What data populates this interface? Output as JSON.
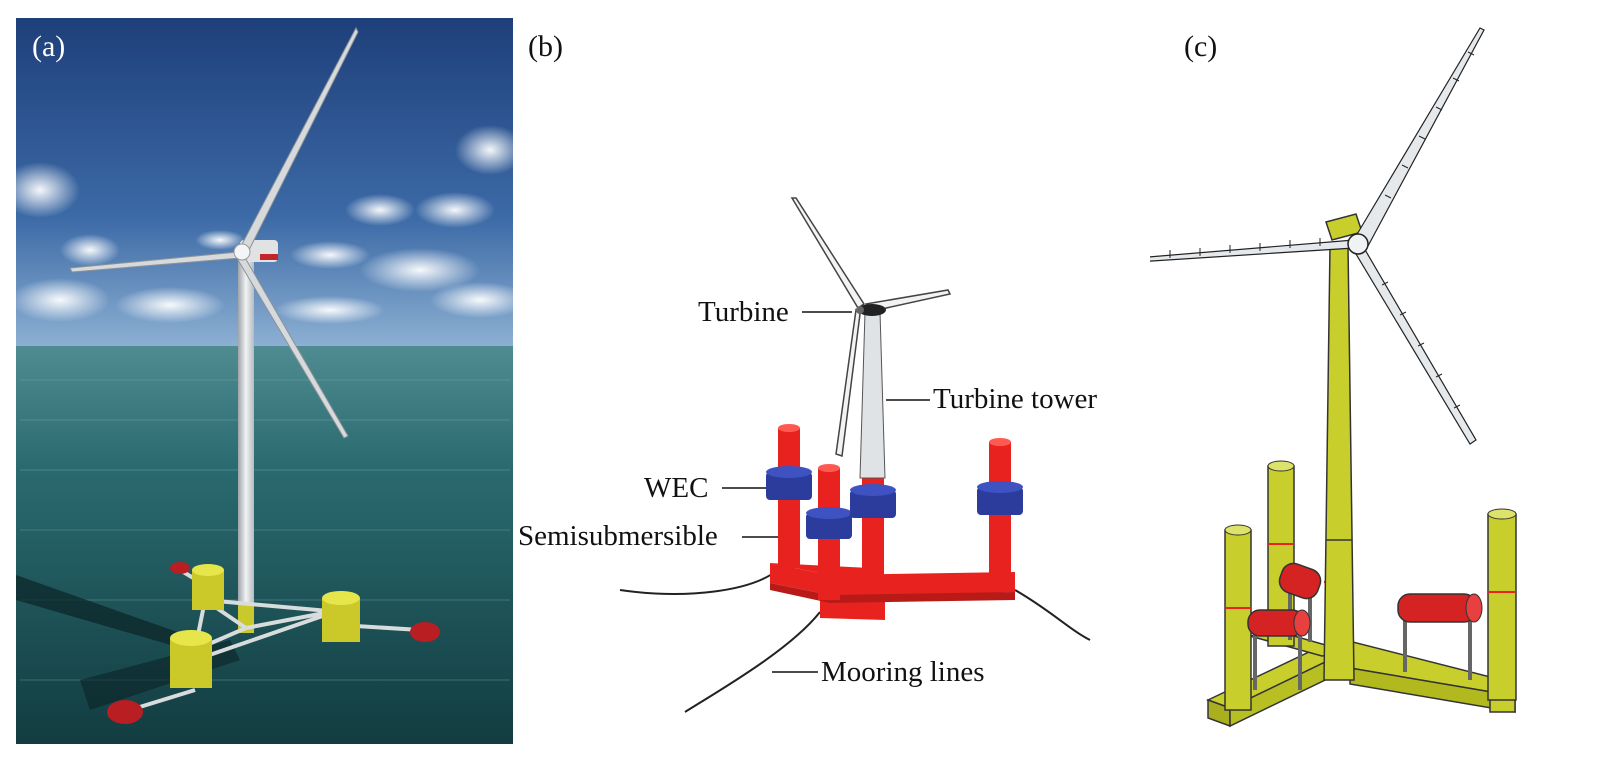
{
  "panels": [
    {
      "id": "a",
      "label": "(a)"
    },
    {
      "id": "b",
      "label": "(b)"
    },
    {
      "id": "c",
      "label": "(c)"
    }
  ],
  "labels": {
    "turbine": "Turbine",
    "turbine_tower": "Turbine tower",
    "wec": "WEC",
    "semisubmersible": "Semisubmersible",
    "mooring_lines": "Mooring lines"
  },
  "colors": {
    "column_red": "#e8231f",
    "wec_blue": "#2b3c9c",
    "float_yellow": "#c8cf2c",
    "sea": "#1f5a5e",
    "sky": "#2a4f8f"
  }
}
